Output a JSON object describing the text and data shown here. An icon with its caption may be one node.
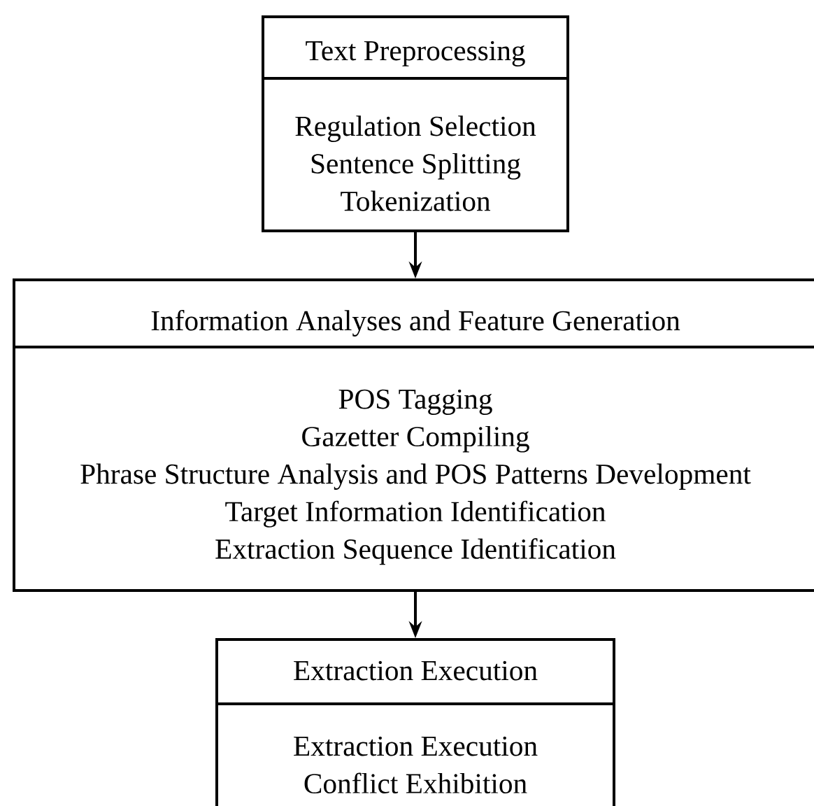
{
  "diagram": {
    "nodes": [
      {
        "text": [
          "Text Preprocessing",
          "Regulation Selection",
          "Sentence Splitting",
          "Tokenization"
        ]
      },
      {
        "text": [
          "Information Analyses and Feature Generation",
          "POS Tagging",
          "Gazetter Compiling",
          "Phrase Structure Analysis and POS Patterns Development",
          "Target Information Identification",
          "Extraction Sequence Identification"
        ]
      },
      {
        "text": [
          "Extraction Execution",
          "Extraction Execution",
          "Conflict Exhibition"
        ]
      }
    ],
    "edges": [
      {
        "from": 0,
        "to": 1,
        "arrow": "to"
      },
      {
        "from": 1,
        "to": 2,
        "arrow": "to"
      }
    ]
  }
}
